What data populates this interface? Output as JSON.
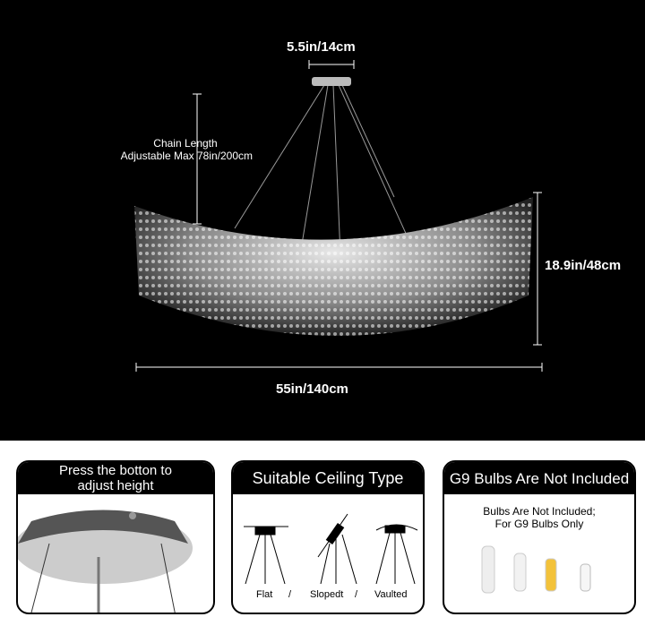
{
  "dimensions": {
    "canopy": "5.5in/14cm",
    "chain_line1": "Chain Length",
    "chain_line2": "Adjustable Max 78in/200cm",
    "height": "18.9in/48cm",
    "width": "55in/140cm"
  },
  "panels": [
    {
      "title_line1": "Press the botton to",
      "title_line2": "adjust height"
    },
    {
      "title": "Suitable Ceiling Type",
      "types": [
        "Flat",
        "Slopedt",
        "Vaulted"
      ],
      "separator": "/"
    },
    {
      "title": "G9 Bulbs Are Not Included",
      "text_line1": "Bulbs Are Not Included;",
      "text_line2": "For G9 Bulbs Only"
    }
  ]
}
